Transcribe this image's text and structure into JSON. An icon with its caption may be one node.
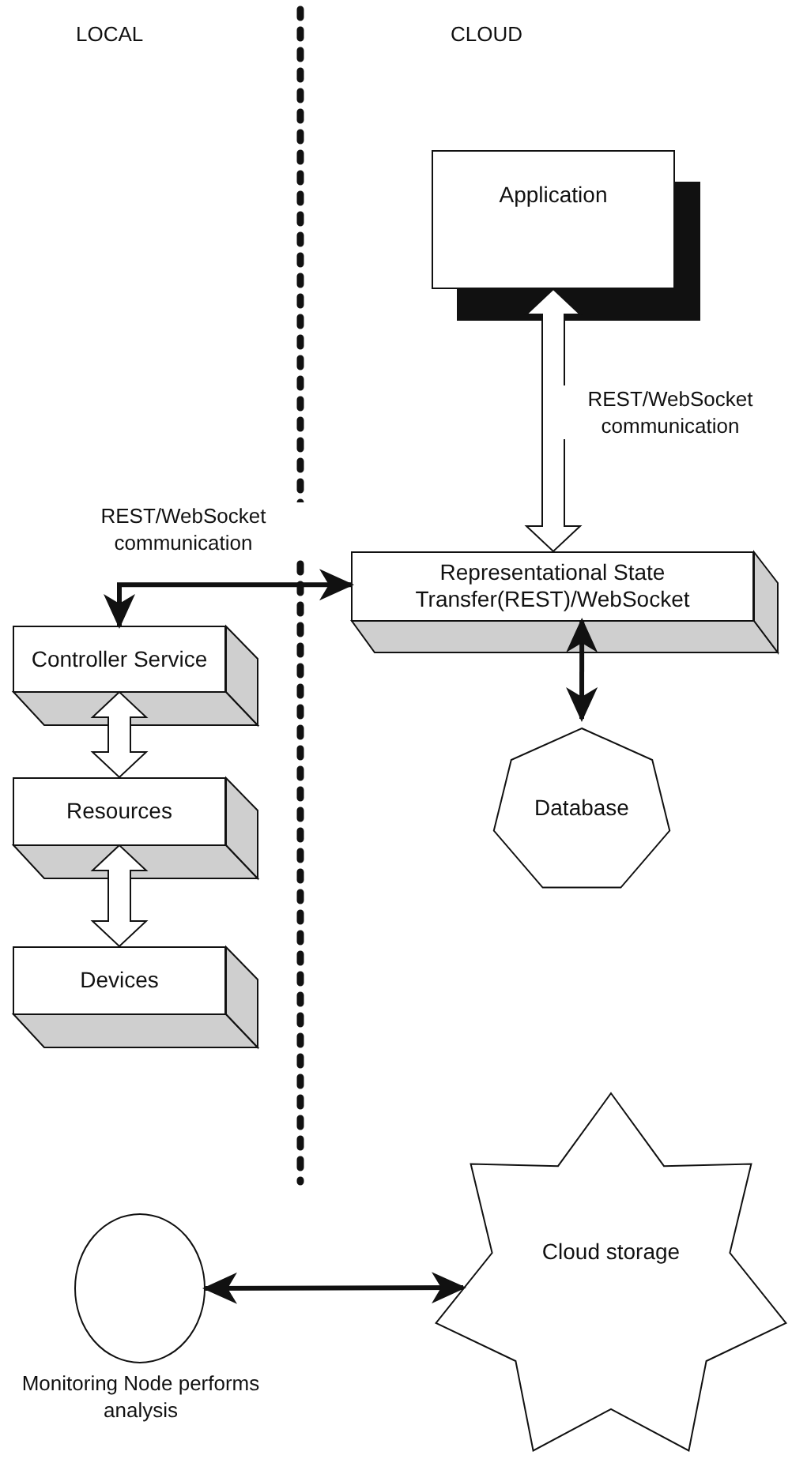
{
  "diagram": {
    "nodes": [
      {
        "text": [
          "Application"
        ]
      },
      {
        "text": [
          "Representational State Transfer(REST)/WebSocket"
        ]
      },
      {
        "text": [
          "Database"
        ]
      },
      {
        "text": [
          "Controller Service"
        ]
      },
      {
        "text": [
          "Resources"
        ]
      },
      {
        "text": [
          "Devices"
        ]
      },
      {
        "text": [],
        "shape": "circle",
        "beside": [
          "Monitoring Node performs analysis"
        ]
      },
      {
        "text": [
          "Cloud storage"
        ]
      }
    ],
    "edges": [
      {
        "from": 0,
        "to": 1,
        "arrow": "both",
        "label": "REST/WebSocket communication",
        "style": "thick"
      },
      {
        "from": 1,
        "to": 3,
        "arrow": "both",
        "label": "REST/WebSocket communication"
      },
      {
        "from": 1,
        "to": 2,
        "arrow": "both"
      },
      {
        "from": 3,
        "to": 4,
        "arrow": "both",
        "style": "thick"
      },
      {
        "from": 4,
        "to": 5,
        "arrow": "both",
        "style": "thick"
      },
      {
        "from": 6,
        "to": 7,
        "arrow": "both"
      }
    ],
    "labels": [
      "LOCAL",
      "CLOUD"
    ]
  }
}
